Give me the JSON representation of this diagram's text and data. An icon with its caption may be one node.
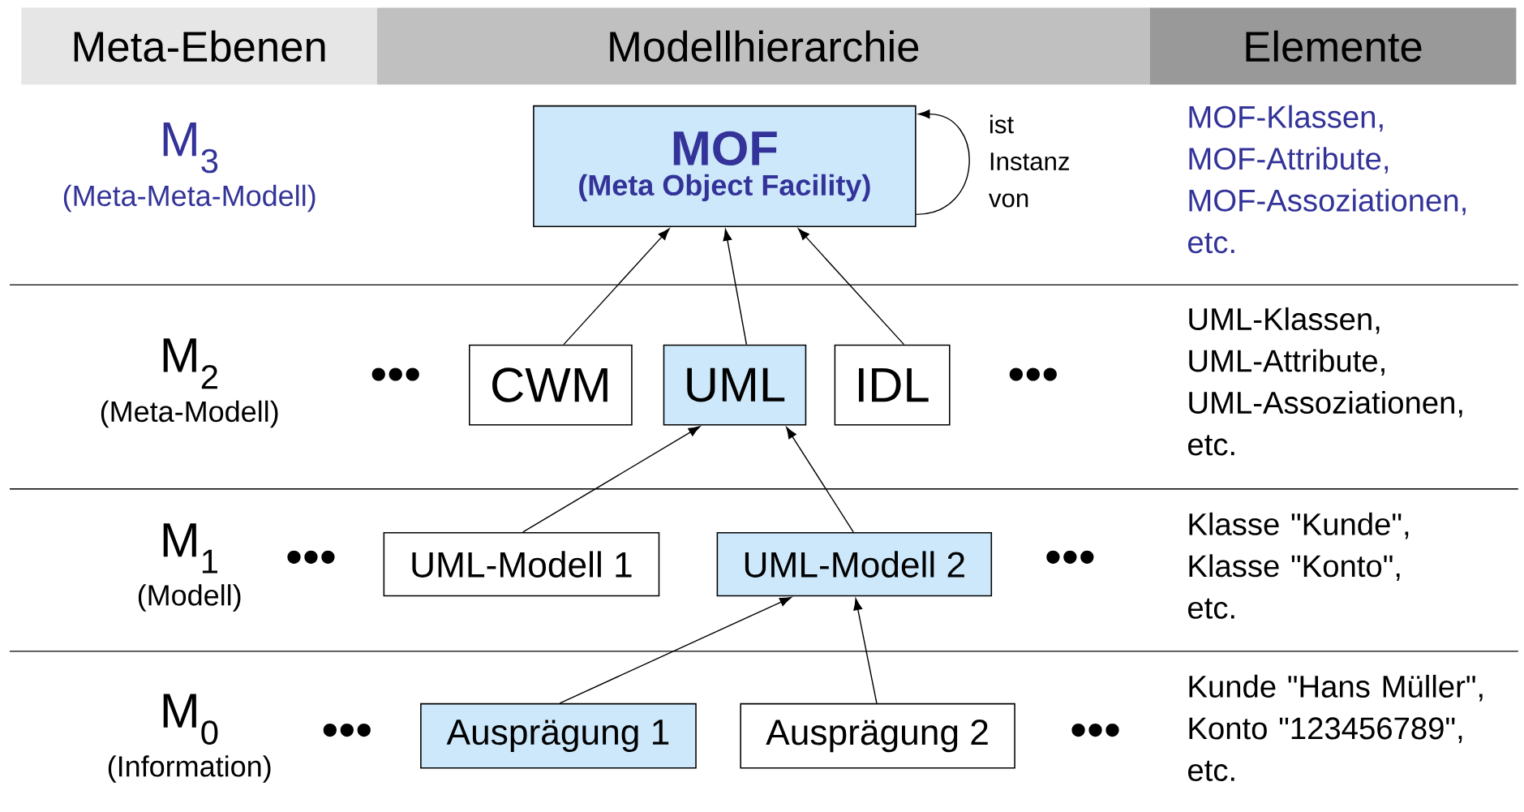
{
  "diagram": {
    "nodes": [
      {
        "text": [
          "Meta-Ebenen"
        ]
      },
      {
        "text": [
          "Modellhierarchie"
        ]
      },
      {
        "text": [
          "Elemente"
        ]
      },
      {
        "text": [
          "MOF",
          "(Meta Object Facility)"
        ]
      },
      {
        "text": [
          "CWM"
        ]
      },
      {
        "text": [
          "UML"
        ]
      },
      {
        "text": [
          "IDL"
        ]
      },
      {
        "text": [
          "UML-Modell 1"
        ]
      },
      {
        "text": [
          "UML-Modell 2"
        ]
      },
      {
        "text": [
          "Ausprägung 1"
        ]
      },
      {
        "text": [
          "Ausprägung 2"
        ]
      }
    ],
    "edges": [
      {
        "from": 3,
        "to": 3,
        "arrow": "to",
        "label": "ist Instanz von"
      },
      {
        "from": 4,
        "to": 3,
        "arrow": "to"
      },
      {
        "from": 5,
        "to": 3,
        "arrow": "to"
      },
      {
        "from": 6,
        "to": 3,
        "arrow": "to"
      },
      {
        "from": 7,
        "to": 5,
        "arrow": "to"
      },
      {
        "from": 8,
        "to": 5,
        "arrow": "to"
      },
      {
        "from": 9,
        "to": 8,
        "arrow": "to"
      },
      {
        "from": 10,
        "to": 8,
        "arrow": "to"
      }
    ],
    "labels": [
      "M$_{3}$",
      "(Meta-Meta-Modell)",
      "MOF-Klassen, MOF-Attribute, MOF-Assoziationen, etc.",
      "M$_{2}$",
      "(Meta-Modell)",
      "•••",
      "•••",
      "UML-Klassen, UML-Attribute, UML-Assoziationen, etc.",
      "M$_{1}$",
      "(Modell)",
      "•••",
      "•••",
      "Klasse \"Kunde\", Klasse \"Konto\", etc.",
      "M$_{0}$",
      "(Information)",
      "•••",
      "•••",
      "Kunde \"Hans Müller\", Konto \"123456789\", etc."
    ]
  }
}
